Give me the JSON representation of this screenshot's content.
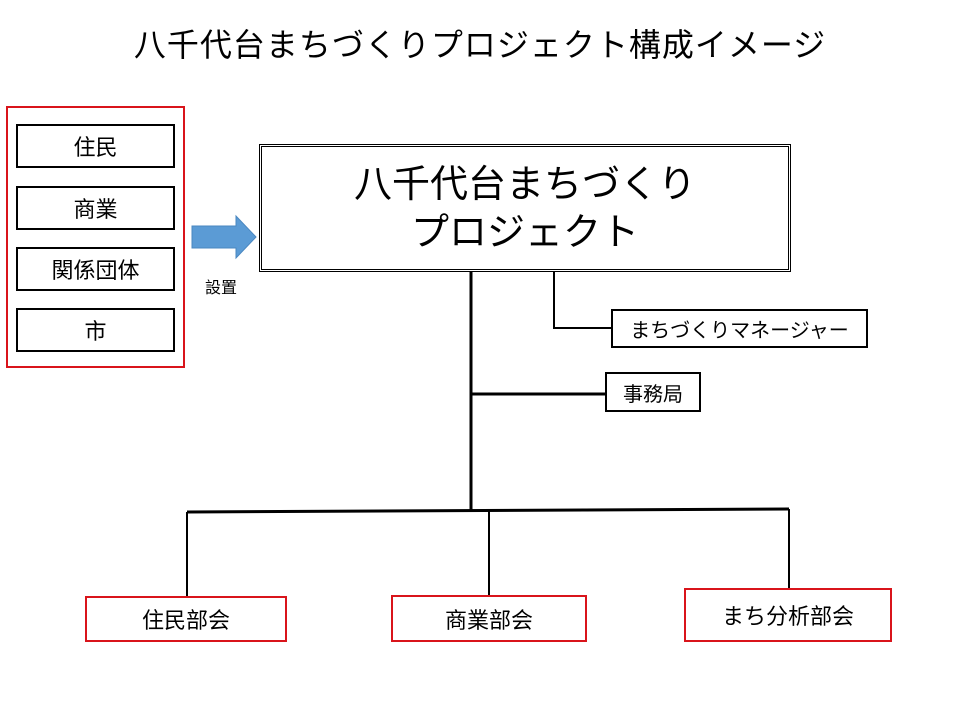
{
  "title": "八千代台まちづくりプロジェクト構成イメージ",
  "stakeholders": [
    "住民",
    "商業",
    "関係団体",
    "市"
  ],
  "arrow_label": "設置",
  "project": {
    "line1": "八千代台まちづくり",
    "line2": "プロジェクト"
  },
  "manager": "まちづくりマネージャー",
  "secretariat": "事務局",
  "departments": [
    "住民部会",
    "商業部会",
    "まち分析部会"
  ],
  "colors": {
    "frame_red": "#d9141b",
    "arrow_blue": "#5b9bd5"
  },
  "icons": {
    "arrow": "right-arrow-icon"
  }
}
